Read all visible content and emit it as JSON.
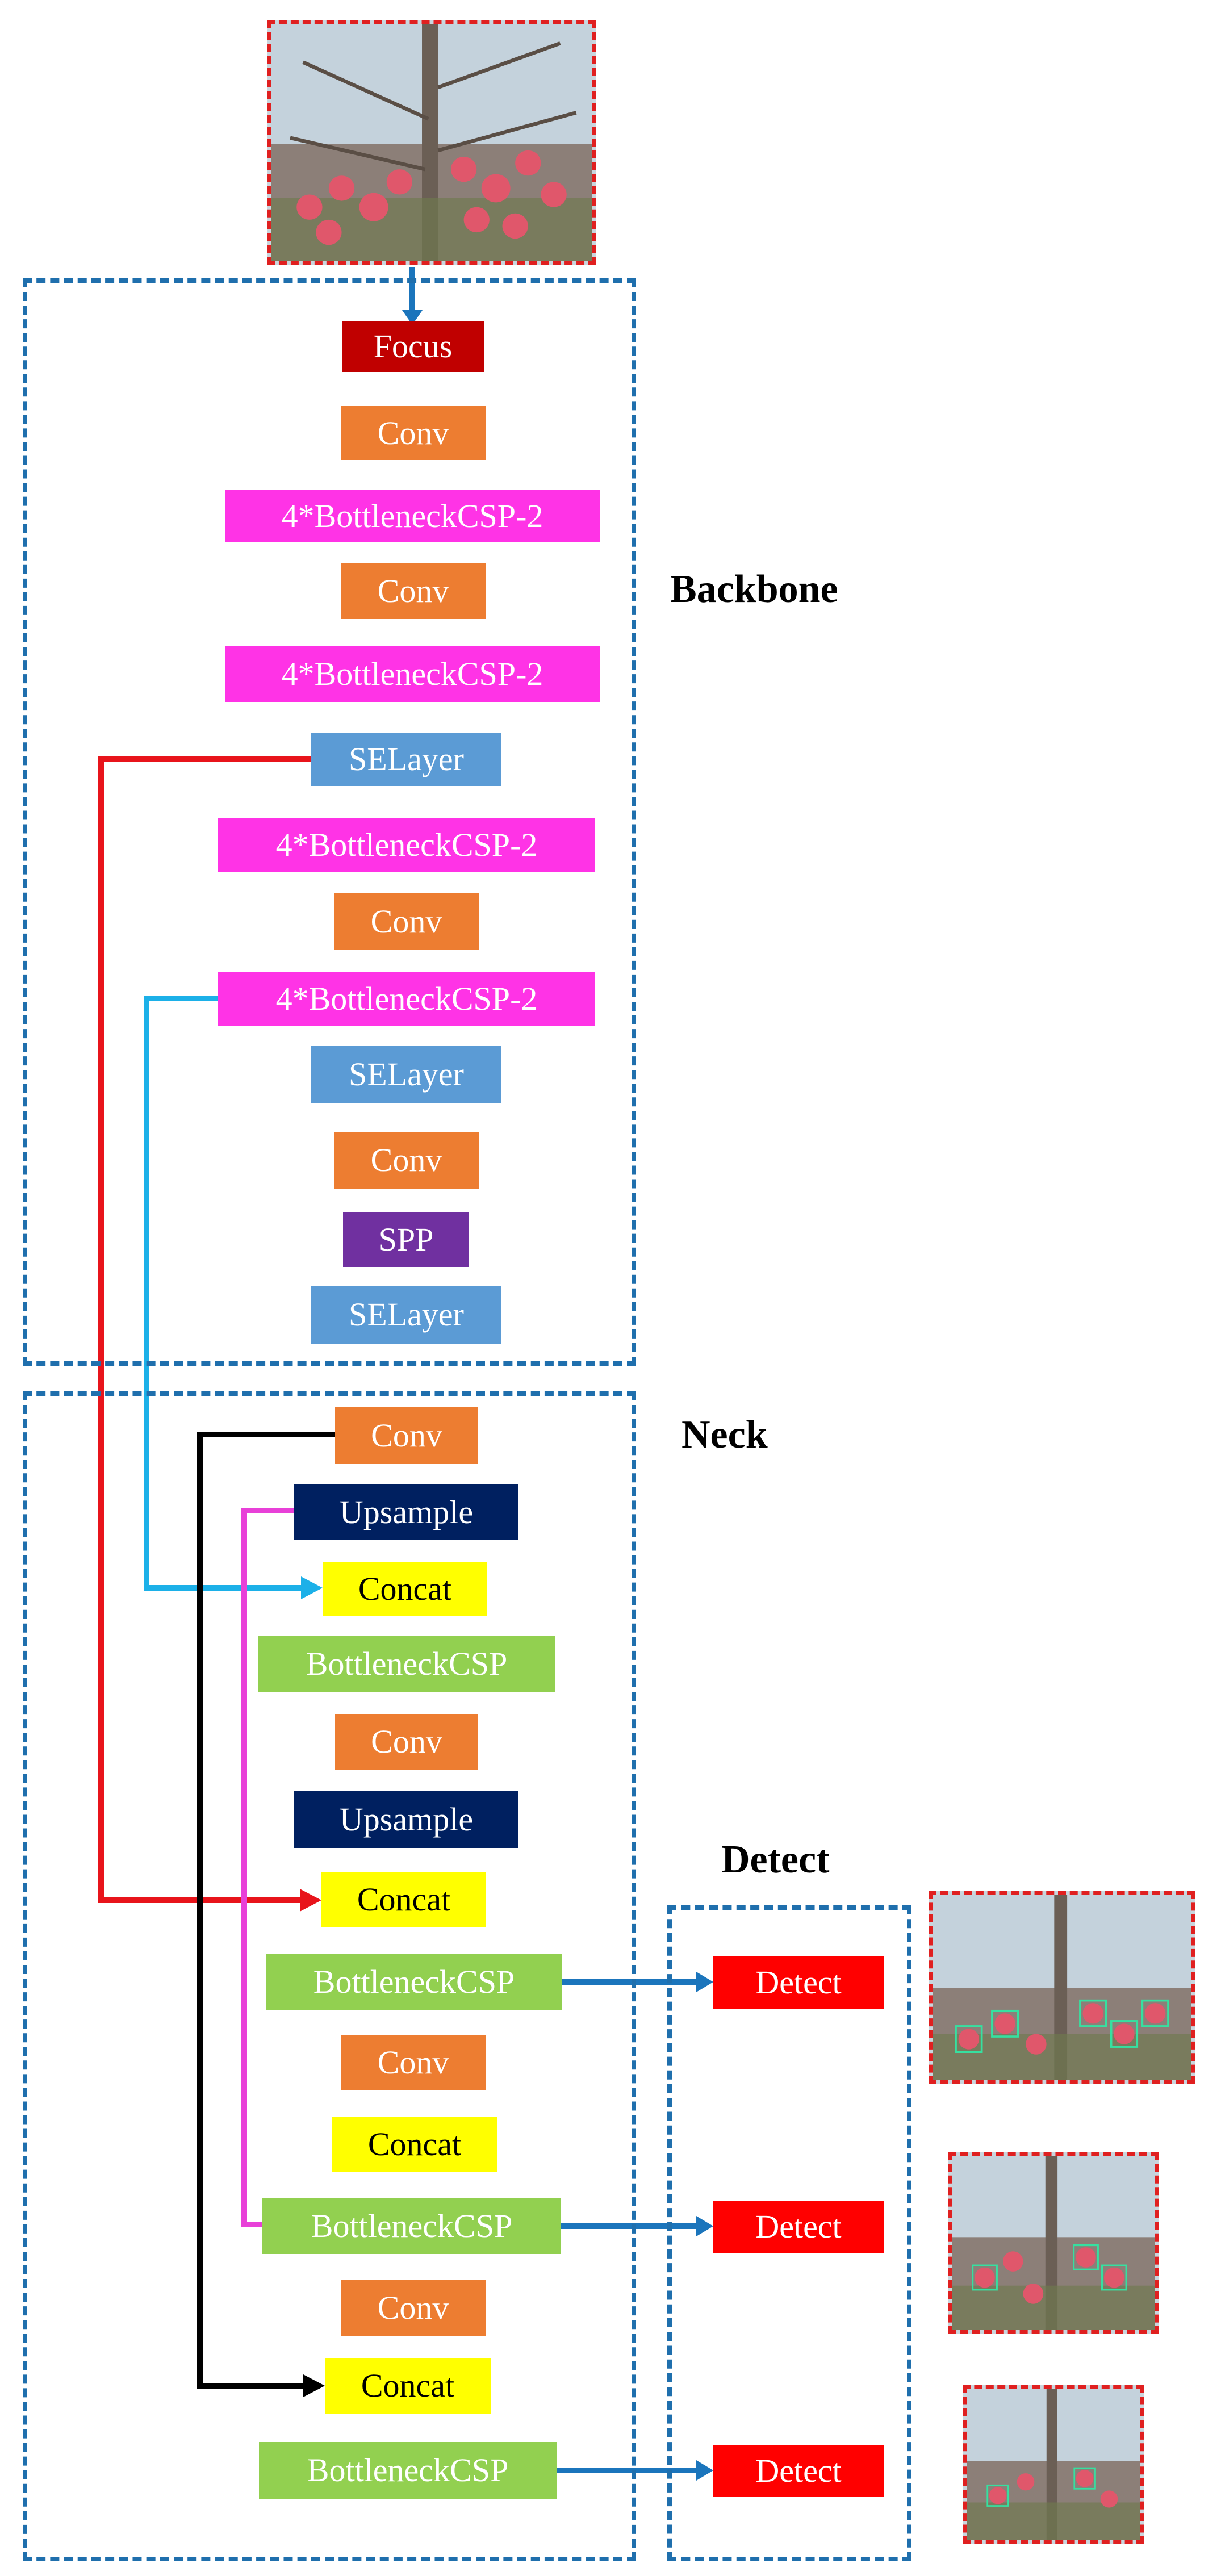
{
  "labels": {
    "backbone": "Backbone",
    "neck": "Neck",
    "detect": "Detect"
  },
  "colors": {
    "focus": "#c00000",
    "conv": "#ed7d31",
    "bottleneck_csp_2": "#ff33e6",
    "selayer": "#5b9bd5",
    "spp": "#7030a0",
    "upsample": "#002060",
    "concat": "#ffff00",
    "bottleneck_csp": "#92d050",
    "detect": "#ff0000",
    "group_border": "#1f6fad",
    "photo_border": "#e02020",
    "wire_red": "#e8141b",
    "wire_cyan": "#1cb0e8",
    "wire_black": "#000000",
    "wire_magenta": "#e840d8",
    "wire_blue": "#1b75bc"
  },
  "backbone": [
    {
      "id": "focus",
      "text": "Focus",
      "kind": "focus"
    },
    {
      "id": "conv-1",
      "text": "Conv",
      "kind": "conv"
    },
    {
      "id": "csp2-1",
      "text": "4*BottleneckCSP-2",
      "kind": "bottleneck_csp_2"
    },
    {
      "id": "conv-2",
      "text": "Conv",
      "kind": "conv"
    },
    {
      "id": "csp2-2",
      "text": "4*BottleneckCSP-2",
      "kind": "bottleneck_csp_2"
    },
    {
      "id": "selayer-1",
      "text": "SELayer",
      "kind": "selayer"
    },
    {
      "id": "csp2-3",
      "text": "4*BottleneckCSP-2",
      "kind": "bottleneck_csp_2"
    },
    {
      "id": "conv-3",
      "text": "Conv",
      "kind": "conv"
    },
    {
      "id": "csp2-4",
      "text": "4*BottleneckCSP-2",
      "kind": "bottleneck_csp_2"
    },
    {
      "id": "selayer-2",
      "text": "SELayer",
      "kind": "selayer"
    },
    {
      "id": "conv-4",
      "text": "Conv",
      "kind": "conv"
    },
    {
      "id": "spp",
      "text": "SPP",
      "kind": "spp"
    },
    {
      "id": "selayer-3",
      "text": "SELayer",
      "kind": "selayer"
    }
  ],
  "neck": [
    {
      "id": "neck-conv-1",
      "text": "Conv",
      "kind": "conv"
    },
    {
      "id": "upsample-1",
      "text": "Upsample",
      "kind": "upsample"
    },
    {
      "id": "concat-1",
      "text": "Concat",
      "kind": "concat"
    },
    {
      "id": "neck-csp-1",
      "text": "BottleneckCSP",
      "kind": "bottleneck_csp"
    },
    {
      "id": "neck-conv-2",
      "text": "Conv",
      "kind": "conv"
    },
    {
      "id": "upsample-2",
      "text": "Upsample",
      "kind": "upsample"
    },
    {
      "id": "concat-2",
      "text": "Concat",
      "kind": "concat"
    },
    {
      "id": "neck-csp-2",
      "text": "BottleneckCSP",
      "kind": "bottleneck_csp"
    },
    {
      "id": "neck-conv-3",
      "text": "Conv",
      "kind": "conv"
    },
    {
      "id": "concat-3",
      "text": "Concat",
      "kind": "concat"
    },
    {
      "id": "neck-csp-3",
      "text": "BottleneckCSP",
      "kind": "bottleneck_csp"
    },
    {
      "id": "neck-conv-4",
      "text": "Conv",
      "kind": "conv"
    },
    {
      "id": "concat-4",
      "text": "Concat",
      "kind": "concat"
    },
    {
      "id": "neck-csp-4",
      "text": "BottleneckCSP",
      "kind": "bottleneck_csp"
    }
  ],
  "detect": [
    {
      "id": "detect-1",
      "text": "Detect",
      "kind": "detect"
    },
    {
      "id": "detect-2",
      "text": "Detect",
      "kind": "detect"
    },
    {
      "id": "detect-3",
      "text": "Detect",
      "kind": "detect"
    }
  ]
}
